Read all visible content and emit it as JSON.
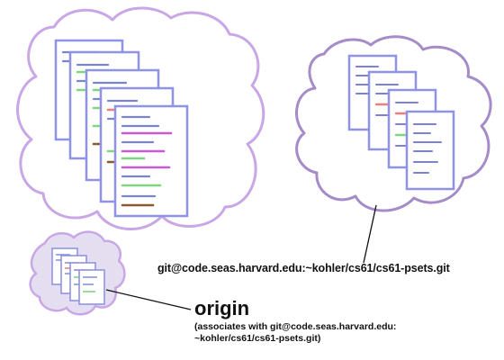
{
  "remote_url_label": "git@code.seas.harvard.edu:~kohler/cs61/cs61-psets.git",
  "origin_label": "origin",
  "origin_note_line1": "(associates with git@code.seas.harvard.edu:",
  "origin_note_line2": "~kohler/cs61/cs61-psets.git)",
  "colors": {
    "cloud_outline": "#c9a7e6",
    "cloud_outline_right": "#a58cc9",
    "page_border": "#8f93e8",
    "text_blue": "#7a82d6",
    "text_green": "#7fd67f",
    "text_red": "#ee7f7f",
    "text_magenta": "#c85ad6",
    "text_brown": "#8a5a2f",
    "small_cloud_fill": "#e4def0"
  }
}
